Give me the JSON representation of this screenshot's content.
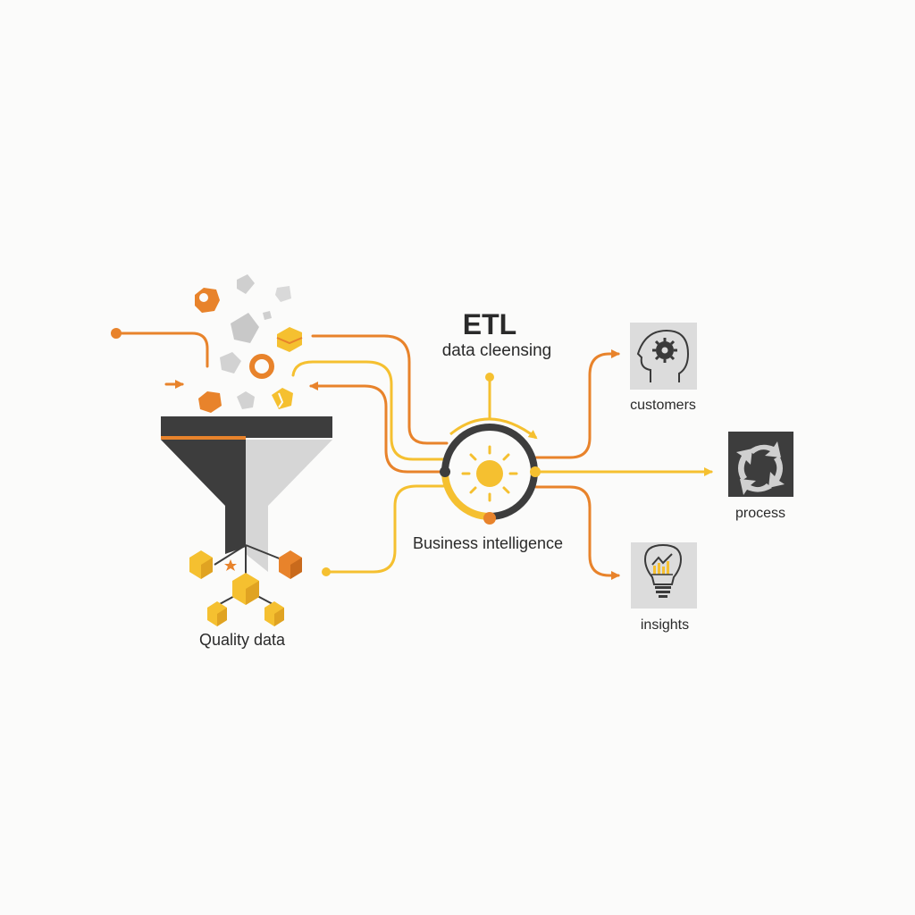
{
  "diagram": {
    "etl_title": "ETL",
    "etl_subtitle": "data cleensing",
    "hub_label": "Business intelligence",
    "funnel_label": "Quality data",
    "outputs": [
      {
        "label": "customers",
        "icon": "head-gear-icon"
      },
      {
        "label": "process",
        "icon": "cycle-arrows-icon"
      },
      {
        "label": "insights",
        "icon": "lightbulb-chart-icon"
      }
    ]
  },
  "colors": {
    "orange": "#e8832b",
    "yellow": "#f5c030",
    "dark": "#3d3d3d",
    "light_gray": "#d6d6d6",
    "tile_gray": "#dcdcdc"
  }
}
